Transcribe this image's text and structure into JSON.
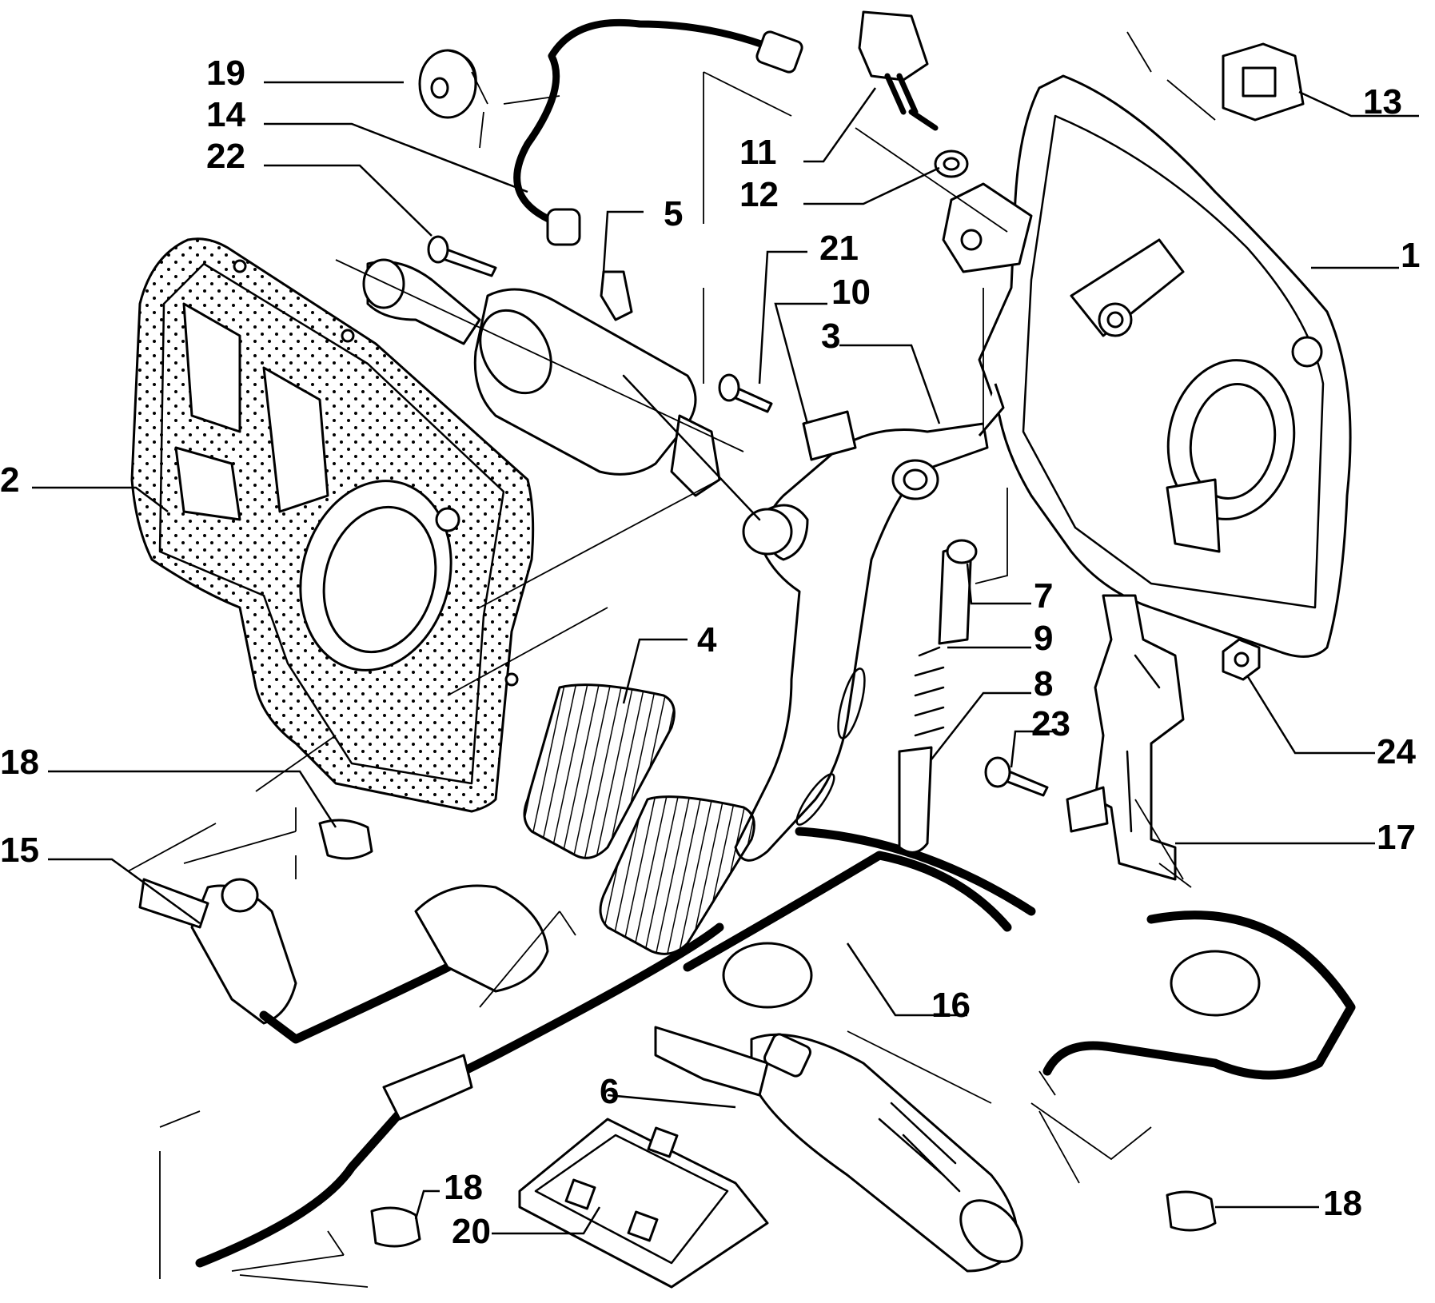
{
  "callouts": {
    "c1": "1",
    "c2": "2",
    "c3": "3",
    "c4": "4",
    "c5": "5",
    "c6": "6",
    "c7": "7",
    "c8": "8",
    "c9": "9",
    "c10": "10",
    "c11": "11",
    "c12": "12",
    "c13": "13",
    "c14": "14",
    "c15": "15",
    "c16": "16",
    "c17": "17",
    "c18a": "18",
    "c18b": "18",
    "c18c": "18",
    "c19": "19",
    "c20": "20",
    "c21": "21",
    "c22": "22",
    "c23": "23",
    "c24": "24"
  }
}
